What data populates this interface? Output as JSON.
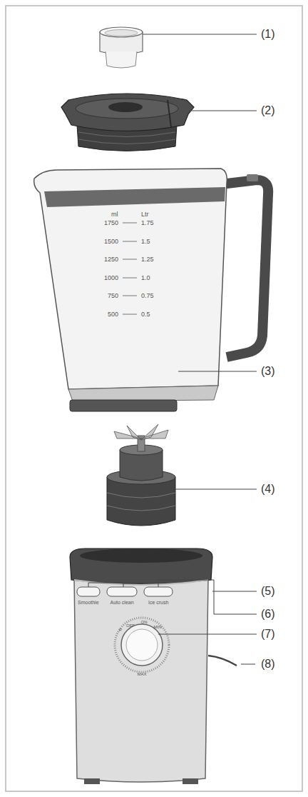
{
  "diagram": {
    "labels": [
      "(1)",
      "(2)",
      "(3)",
      "(4)",
      "(5)",
      "(6)",
      "(7)",
      "(8)",
      "ml",
      "Ltr",
      "1750",
      "1.75",
      "1500",
      "1.5",
      "1250",
      "1.25",
      "1000",
      "1.0",
      "750",
      "0.75",
      "500",
      "0.5",
      "Smoothie",
      "Auto clean",
      "Ice crush",
      "P",
      "OFF",
      "ON",
      "MIN",
      "MAX"
    ]
  }
}
